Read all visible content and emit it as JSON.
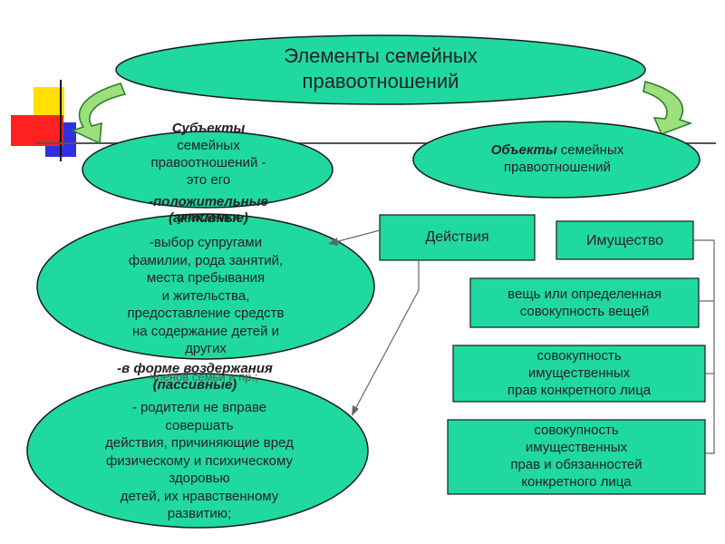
{
  "title": {
    "line1": "Элементы семейных",
    "line2": "правоотношений"
  },
  "subjects": {
    "heading": "Субъекты",
    "line1": "семейных",
    "line2": "правоотношений -",
    "line3": "это его",
    "line4": "участники"
  },
  "objects": {
    "heading": "Объекты",
    "rest": " семейных",
    "line2": "правоотношений"
  },
  "positive": {
    "heading_line1": "-положительные",
    "heading_line2": "(активные)",
    "lines": [
      "-выбор супругами",
      "фамилии, рода занятий,",
      "места пребывания",
      "и жительства,",
      "предоставление средств",
      "на содержание детей и",
      "других"
    ],
    "overflow": "членов семьи и пр.;"
  },
  "passive": {
    "heading_line1": "-в форме воздержания",
    "heading_line2": "(пассивные)",
    "lines": [
      "- родители  не вправе",
      "совершать",
      "действия, причиняющие вред",
      "физическому и психическому",
      "здоровью",
      "детей, их нравственному",
      "развитию;"
    ]
  },
  "actions_label": "Действия",
  "property_label": "Имущество",
  "property_items": [
    {
      "line1": "вещь или определенная",
      "line2": "совокупность вещей"
    },
    {
      "line1": "совокупность",
      "line2": "имущественных",
      "line3": "прав конкретного лица"
    },
    {
      "line1": "совокупность",
      "line2": "имущественных",
      "line3": "прав и обязанностей",
      "line4": "конкретного лица"
    }
  ],
  "colors": {
    "fill": "#1fd9a0",
    "stroke": "#1a1a1a",
    "arrow_fill": "#9be07a",
    "deco_yellow": "#ffe000",
    "deco_red": "#ff2020",
    "deco_blue": "#3030e0"
  }
}
